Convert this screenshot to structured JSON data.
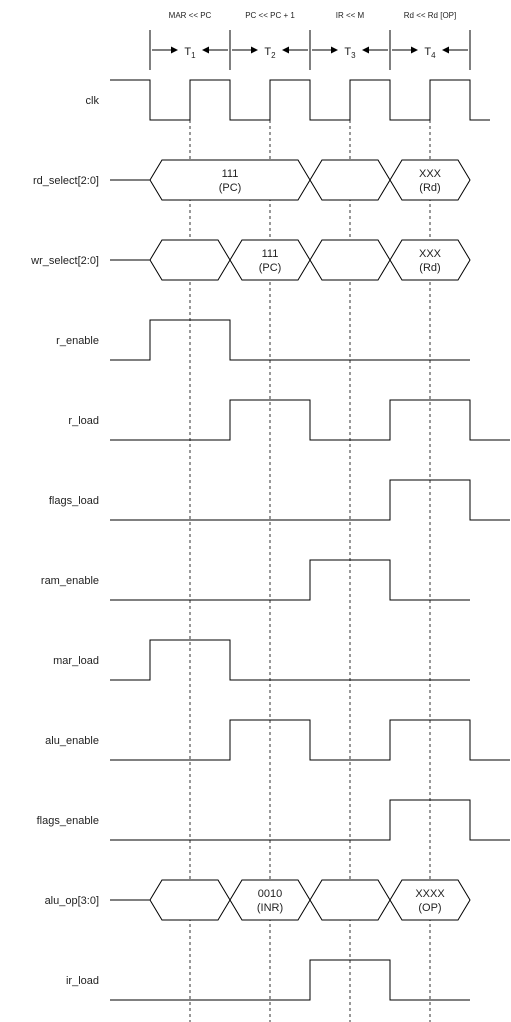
{
  "phases": [
    {
      "op": "MAR << PC",
      "step": "T",
      "sub": "1"
    },
    {
      "op": "PC << PC + 1",
      "step": "T",
      "sub": "2"
    },
    {
      "op": "IR << M",
      "step": "T",
      "sub": "3"
    },
    {
      "op": "Rd << Rd [OP]",
      "step": "T",
      "sub": "4"
    }
  ],
  "signals": [
    {
      "name": "clk",
      "kind": "clock"
    },
    {
      "name": "rd_select[2:0]",
      "kind": "bus",
      "segments": [
        {
          "from": 0,
          "to": 2,
          "line1": "111",
          "line2": "(PC)"
        },
        {
          "from": 2,
          "to": 3,
          "hatched": true
        },
        {
          "from": 3,
          "to": 4,
          "line1": "XXX",
          "line2": "(Rd)"
        }
      ]
    },
    {
      "name": "wr_select[2:0]",
      "kind": "bus",
      "segments": [
        {
          "from": 0,
          "to": 1,
          "hatched": true
        },
        {
          "from": 1,
          "to": 2,
          "line1": "111",
          "line2": "(PC)"
        },
        {
          "from": 2,
          "to": 3,
          "hatched": true
        },
        {
          "from": 3,
          "to": 4,
          "line1": "XXX",
          "line2": "(Rd)"
        }
      ]
    },
    {
      "name": "r_enable",
      "kind": "logic",
      "levels": [
        1,
        0,
        0,
        0
      ],
      "tail": 0
    },
    {
      "name": "r_load",
      "kind": "logic",
      "levels": [
        0,
        1,
        0,
        1
      ],
      "tail": 0
    },
    {
      "name": "flags_load",
      "kind": "logic",
      "levels": [
        0,
        0,
        0,
        1
      ],
      "tail": 0
    },
    {
      "name": "ram_enable",
      "kind": "logic",
      "levels": [
        0,
        0,
        1,
        0
      ],
      "tail": 0
    },
    {
      "name": "mar_load",
      "kind": "logic",
      "levels": [
        1,
        0,
        0,
        0
      ],
      "tail": 0
    },
    {
      "name": "alu_enable",
      "kind": "logic",
      "levels": [
        0,
        1,
        0,
        1
      ],
      "tail": 0
    },
    {
      "name": "flags_enable",
      "kind": "logic",
      "levels": [
        0,
        0,
        0,
        1
      ],
      "tail": 0
    },
    {
      "name": "alu_op[3:0]",
      "kind": "bus",
      "segments": [
        {
          "from": 0,
          "to": 1,
          "hatched": true
        },
        {
          "from": 1,
          "to": 2,
          "line1": "0010",
          "line2": "(INR)"
        },
        {
          "from": 2,
          "to": 3,
          "hatched": true
        },
        {
          "from": 3,
          "to": 4,
          "line1": "XXXX",
          "line2": "(OP)"
        }
      ]
    },
    {
      "name": "ir_load",
      "kind": "logic",
      "levels": [
        0,
        0,
        1,
        0
      ],
      "tail": 0
    }
  ]
}
